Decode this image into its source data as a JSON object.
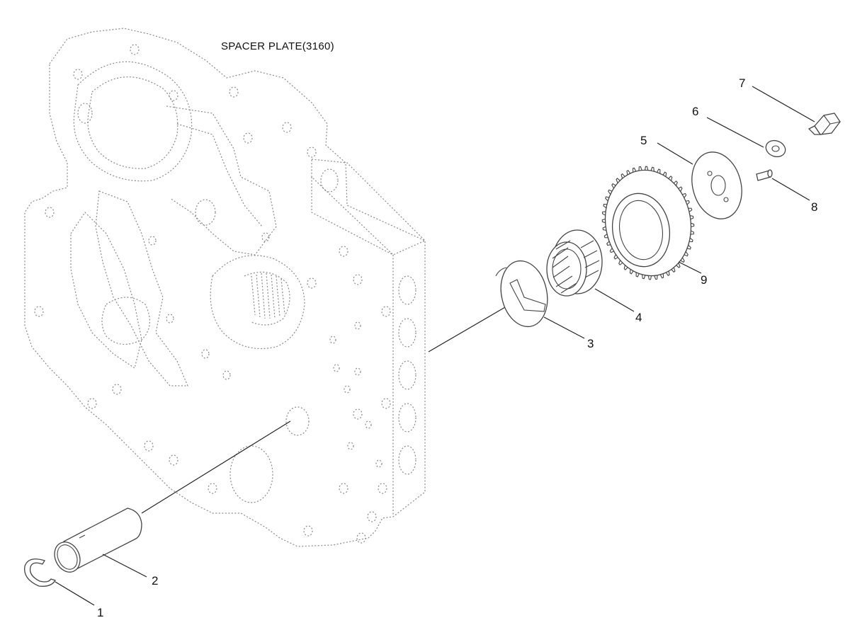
{
  "title": "SPACER PLATE(3160)",
  "callouts": [
    {
      "id": "1",
      "label": "1"
    },
    {
      "id": "2",
      "label": "2"
    },
    {
      "id": "3",
      "label": "3"
    },
    {
      "id": "4",
      "label": "4"
    },
    {
      "id": "5",
      "label": "5"
    },
    {
      "id": "6",
      "label": "6"
    },
    {
      "id": "7",
      "label": "7"
    },
    {
      "id": "8",
      "label": "8"
    },
    {
      "id": "9",
      "label": "9"
    }
  ]
}
